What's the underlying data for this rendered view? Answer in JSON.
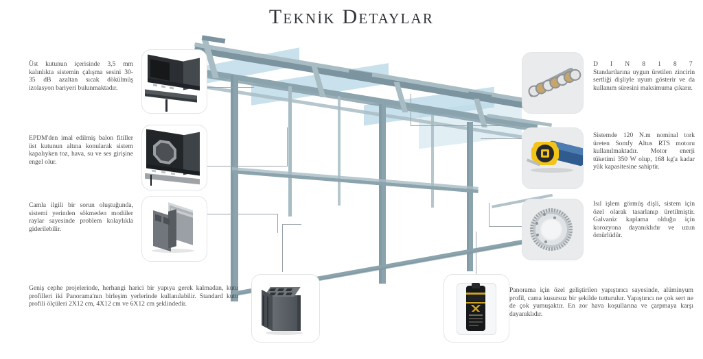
{
  "page": {
    "title": "Teknik Detaylar",
    "language": "tr"
  },
  "colors": {
    "title": "#2e3238",
    "body_text": "#4a4a4a",
    "leader_line": "#9aa1a6",
    "structure_primary": "#8aa3ad",
    "structure_dark": "#7b949f",
    "structure_light": "#a8bcc4",
    "glass": "#b7d7e6",
    "card_white": "#ffffff",
    "card_grey": "#e9ebec",
    "motor_blue": "#2f5b8f",
    "motor_yellow": "#f2c318",
    "profile_dark": "#3b3f44",
    "profile_grey": "#7d848a",
    "chain_metal": "#cfd3d6",
    "gear_metal": "#c8ccd0",
    "adhesive_black": "#17181a",
    "adhesive_gold": "#c9a227"
  },
  "callouts": {
    "left": [
      {
        "id": "insulation-barrier",
        "text": "Üst kutunun içerisinde 3,5 mm kalınlıkta sistemin çalışma sesini 30- 35 dB azaltan sıcak dökülmüş izolasyon bariyeri bulunmaktadır.",
        "image_name": "top-box-profile-image"
      },
      {
        "id": "epdm-seal",
        "text": "EPDM'den imal edilmiş balon fitiller üst kutunun altına konularak sistem kapalıyken toz, hava, su ve ses girişine engel olur.",
        "image_name": "roller-box-image"
      },
      {
        "id": "modular-rails",
        "text": "Camla ilgili bir sorun oluştuğunda, sistemi yerinden sökmeden modüler raylar sayesinde problem kolaylıkla giderilebilir.",
        "image_name": "aluminium-rail-image"
      }
    ],
    "right": [
      {
        "id": "din-chain",
        "lead": "D I N  8 1 8 7",
        "text": "Standartlarına uygun üretilen zincirin sertliği dişliyle uyum gösterir ve da kullanım süresini maksimuma çıkarır.",
        "image_name": "roller-chain-image"
      },
      {
        "id": "somfy-motor",
        "text": "Sistemde 120 N.m nominal tork üreten Somfy Altus RTS motoru kullanılmaktadır. Motor enerji tüketimi 350 W olup, 168 kg'a kadar yük kapasitesine sahiptir.",
        "image_name": "somfy-motor-image"
      },
      {
        "id": "hardened-gear",
        "text": "Isıl işlem görmüş dişli, sistem için özel olarak tasarlanıp üretilmiştir. Galvaniz kaplama olduğu için korozyona dayanıklıdır ve uzun ömürlüdür.",
        "image_name": "galvanised-gear-image"
      }
    ],
    "bottom": [
      {
        "id": "box-profiles",
        "text": "Geniş cephe projelerinde, herhangi harici bir yapıya gerek kalmadan, kutu profilleri iki Panorama'nın birleşim yerlerinde kullanılabilir. Standard kutu profili ölçüleri 2X12 cm, 4X12 cm ve 6X12 cm şeklindedir.",
        "image_name": "box-profile-extrusion-image"
      },
      {
        "id": "adhesive",
        "text": "Panorama için özel geliştirilen yapıştırıcı sayesinde, alüminyum profil, cama kusursuz bir şekilde tutturulur. Yapıştırıcı ne çok sert ne de çok yumuşaktır. En zor hava koşullarına ve çarpmaya karşı dayanıklıdır.",
        "image_name": "adhesive-cartridge-image"
      }
    ]
  },
  "central_illustration": {
    "name": "pergola-structure",
    "description": "Panorama pergola glass roof structure"
  }
}
